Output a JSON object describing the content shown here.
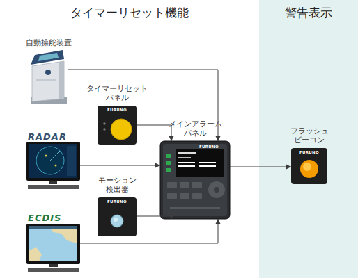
{
  "diagram": {
    "title": "タイマーリセット機能",
    "nodes": [
      {
        "text": [
          "自動操舵装置"
        ]
      },
      {
        "text": [
          "タイマーリセット パネル"
        ]
      },
      {
        "text": [
          "RADAR"
        ]
      },
      {
        "text": [
          "メインアラーム パネル"
        ]
      },
      {
        "text": [
          "モーション 検出器"
        ]
      },
      {
        "text": [
          "ECDIS"
        ]
      },
      {
        "text": [
          "警告表示"
        ]
      },
      {
        "text": [
          "フラッシュ ビーコン"
        ],
        "in": 6
      }
    ],
    "edges": [
      {
        "from": 0,
        "to": 3,
        "arrow": "to"
      },
      {
        "from": 1,
        "to": 3,
        "arrow": "to"
      },
      {
        "from": 2,
        "to": 3,
        "arrow": "to"
      },
      {
        "from": 4,
        "to": 3,
        "arrow": "to"
      },
      {
        "from": 5,
        "to": 3,
        "arrow": "to"
      },
      {
        "from": 3,
        "to": 7,
        "arrow": "to"
      }
    ],
    "labels": [
      "FURUNO",
      "FURUNO",
      "FURUNO",
      "FURUNO"
    ]
  }
}
